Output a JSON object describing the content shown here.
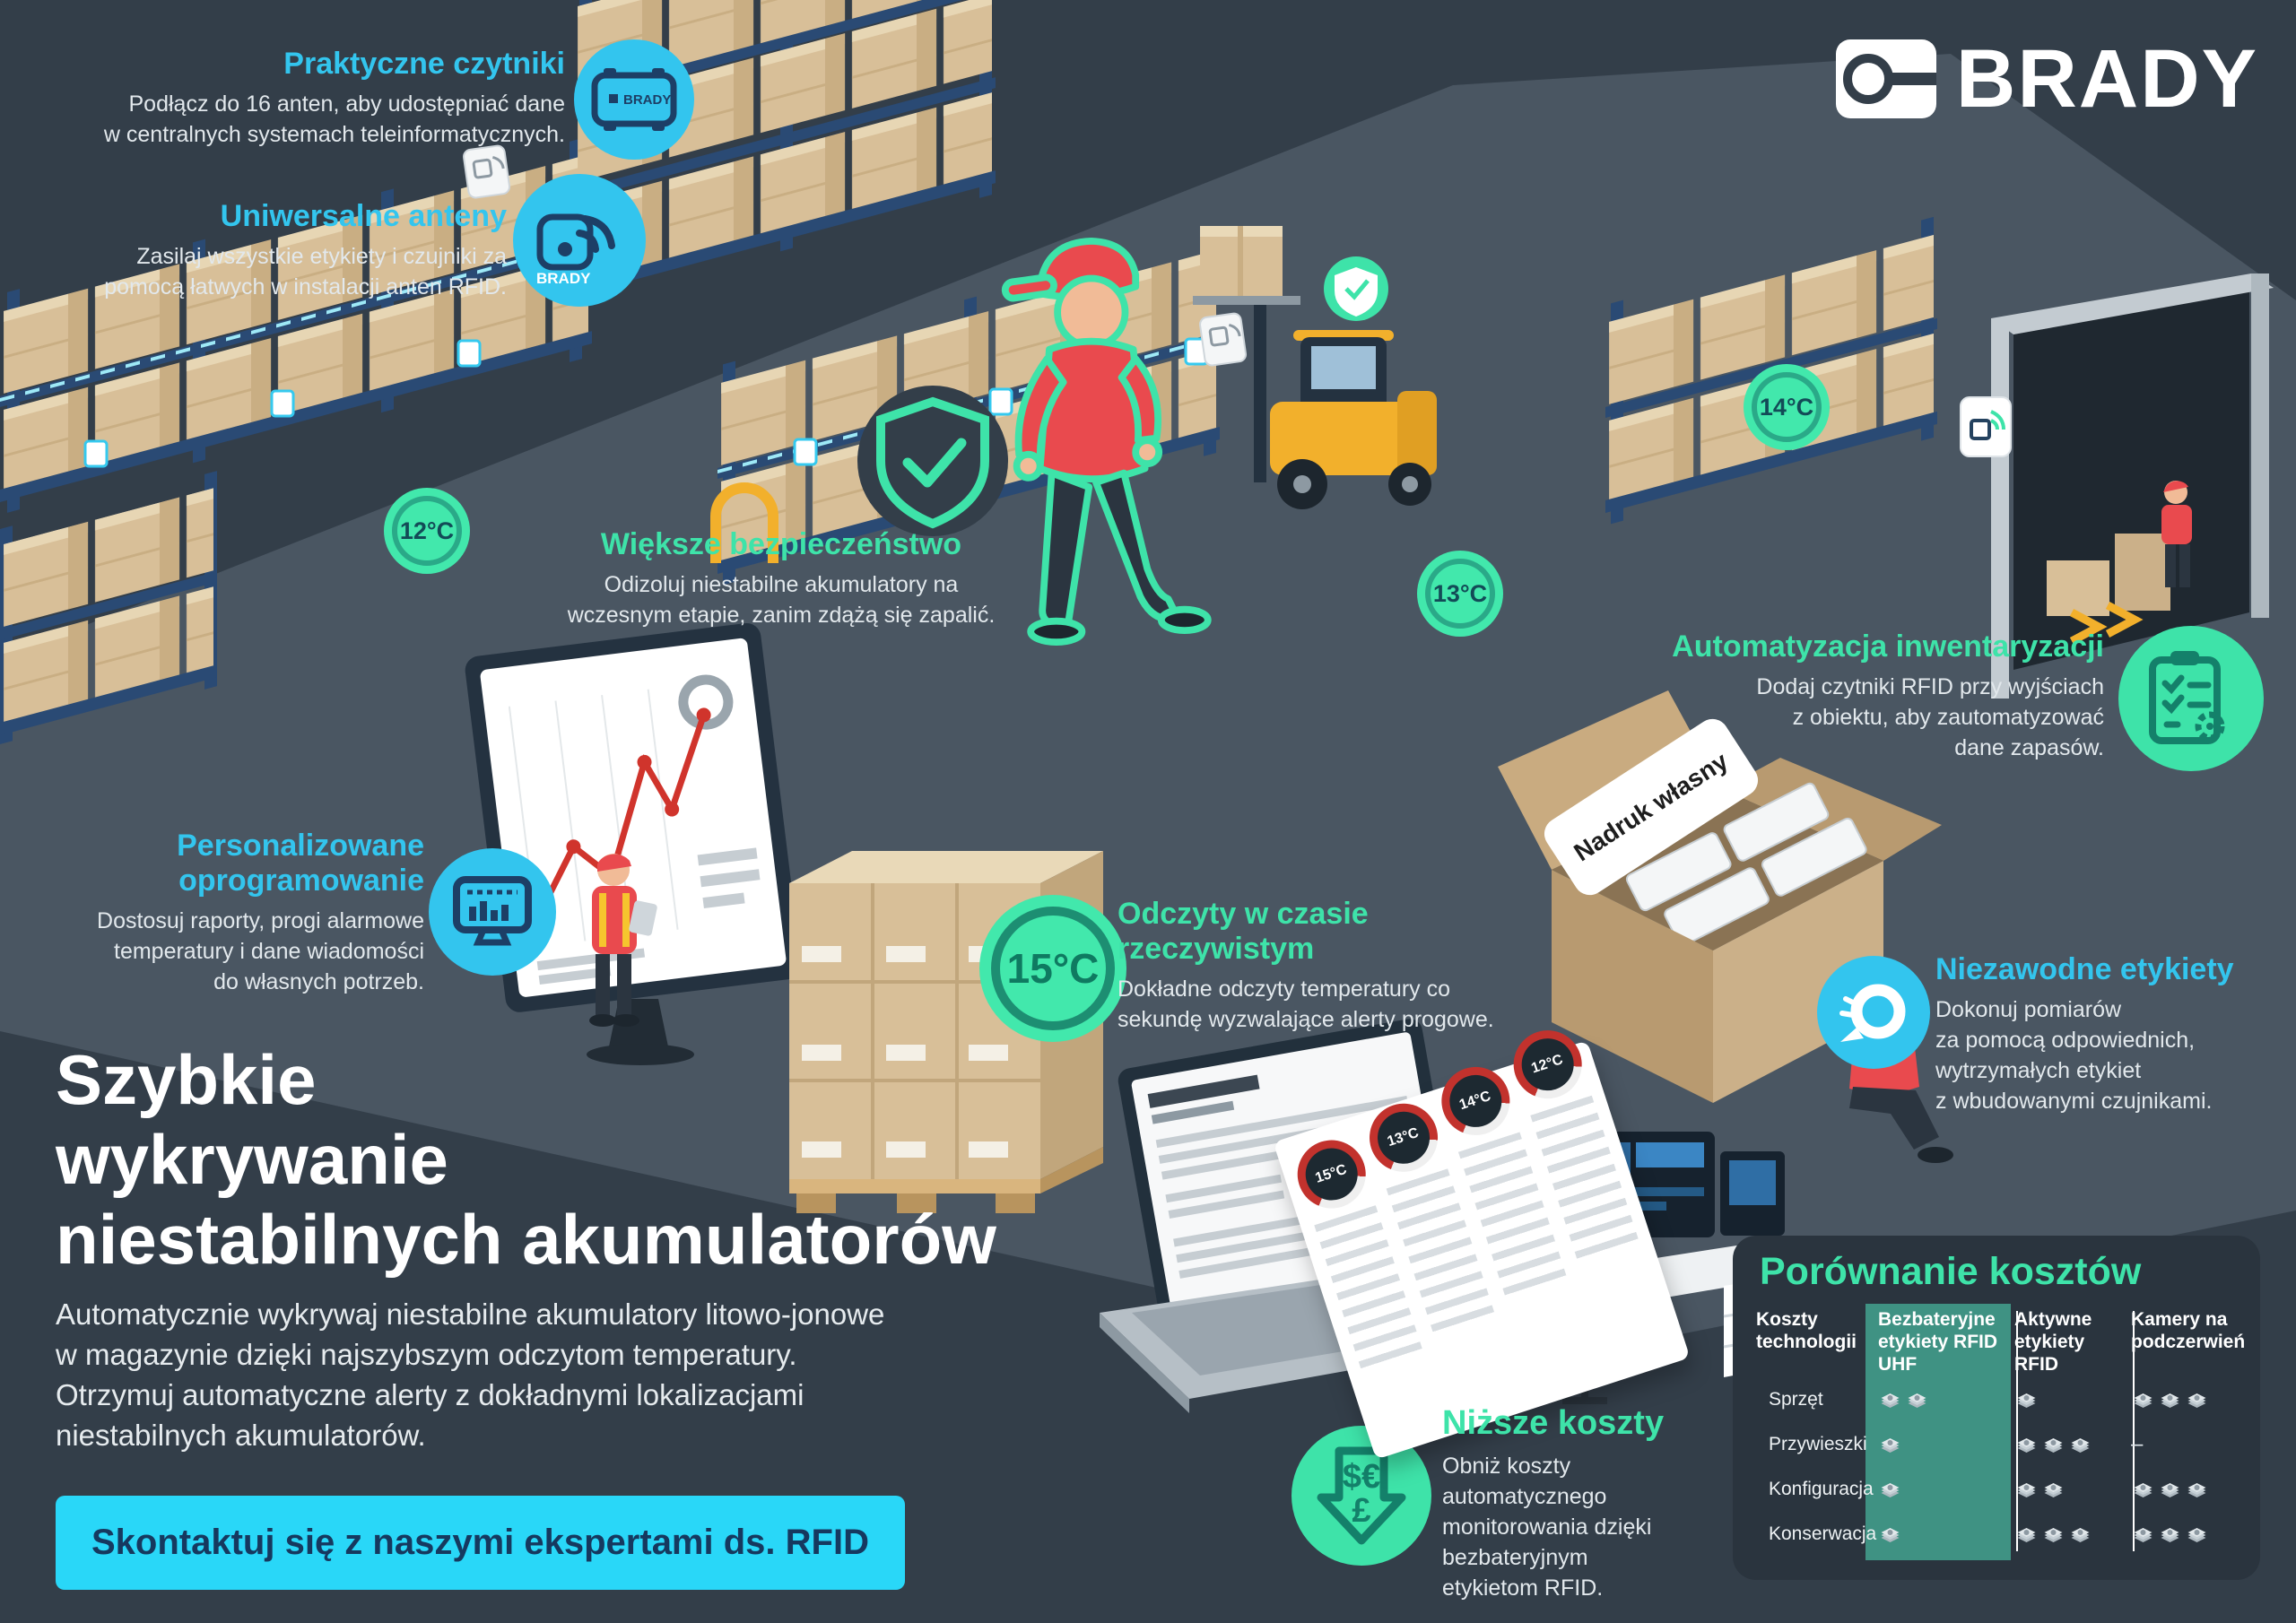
{
  "brand": {
    "name": "BRADY"
  },
  "callouts": {
    "readers": {
      "title": "Praktyczne czytniki",
      "body": "Podłącz do 16 anten, aby udostępniać dane\nw centralnych systemach teleinformatycznych."
    },
    "antennas": {
      "title": "Uniwersalne anteny",
      "body": "Zasilaj wszystkie etykiety i czujniki za\npomocą łatwych w instalacji anten RFID."
    },
    "safety": {
      "title": "Większe bezpieczeństwo",
      "body": "Odizoluj niestabilne akumulatory na\nwczesnym etapie, zanim zdążą się zapalić."
    },
    "inventory": {
      "title": "Automatyzacja inwentaryzacji",
      "body": "Dodaj czytniki RFID przy wyjściach\nz obiektu, aby zautomatyzować\ndane zapasów."
    },
    "software": {
      "title": "Personalizowane\noprogramowanie",
      "body": "Dostosuj raporty, progi alarmowe\ntemperatury i dane wiadomości\ndo własnych potrzeb."
    },
    "realtime": {
      "title": "Odczyty w czasie\nrzeczywistym",
      "body": "Dokładne odczyty temperatury co\nsekundę wyzwalające alerty progowe."
    },
    "labels": {
      "title": "Niezawodne etykiety",
      "body": "Dokonuj pomiarów\nza pomocą odpowiednich,\nwytrzymałych etykiet\nz wbudowanymi czujnikami."
    },
    "costs": {
      "title": "Niższe koszty",
      "body": "Obniż koszty\nautomatycznego\nmonitorowania dzięki\nbezbateryjnym\netykietom RFID."
    }
  },
  "hero": {
    "title": "Szybkie\nwykrywanie\nniestabilnych akumulatorów",
    "subtitle": "Automatycznie wykrywaj niestabilne akumulatory litowo-jonowe\nw magazynie dzięki najszybszym odczytom temperatury.\nOtrzymuj automatyczne alerty z dokładnymi lokalizacjami\nniestabilnych akumulatorów.",
    "cta": "Skontaktuj się z naszymi ekspertami ds. RFID"
  },
  "scene": {
    "badges": {
      "rack_left": "12°C",
      "rack_center": "13°C",
      "rack_right": "14°C",
      "pallet": "15°C"
    },
    "gauges": [
      "15°C",
      "13°C",
      "14°C",
      "12°C"
    ],
    "box_label": "Nadruk własny",
    "money_symbols_top": "$€",
    "money_symbols_bottom": "£",
    "device_label": "BRADY"
  },
  "cost_table": {
    "title": "Porównanie kosztów",
    "col_headers": [
      "Koszty technologii",
      "Bezbateryjne etykiety RFID UHF",
      "Aktywne etykiety RFID",
      "Kamery na podczerwień"
    ],
    "rows": [
      {
        "label": "Sprzęt",
        "cells": [
          2,
          1,
          3
        ]
      },
      {
        "label": "Przywieszki",
        "cells": [
          1,
          3,
          "–"
        ]
      },
      {
        "label": "Konfiguracja",
        "cells": [
          1,
          2,
          3
        ]
      },
      {
        "label": "Konserwacja",
        "cells": [
          1,
          3,
          3
        ]
      }
    ]
  },
  "colors": {
    "cyan": "#33c5ee",
    "mint": "#3ee3a9",
    "button": "#29d7f8",
    "teal_highlight": "#3f9283",
    "background": "#333e49"
  }
}
